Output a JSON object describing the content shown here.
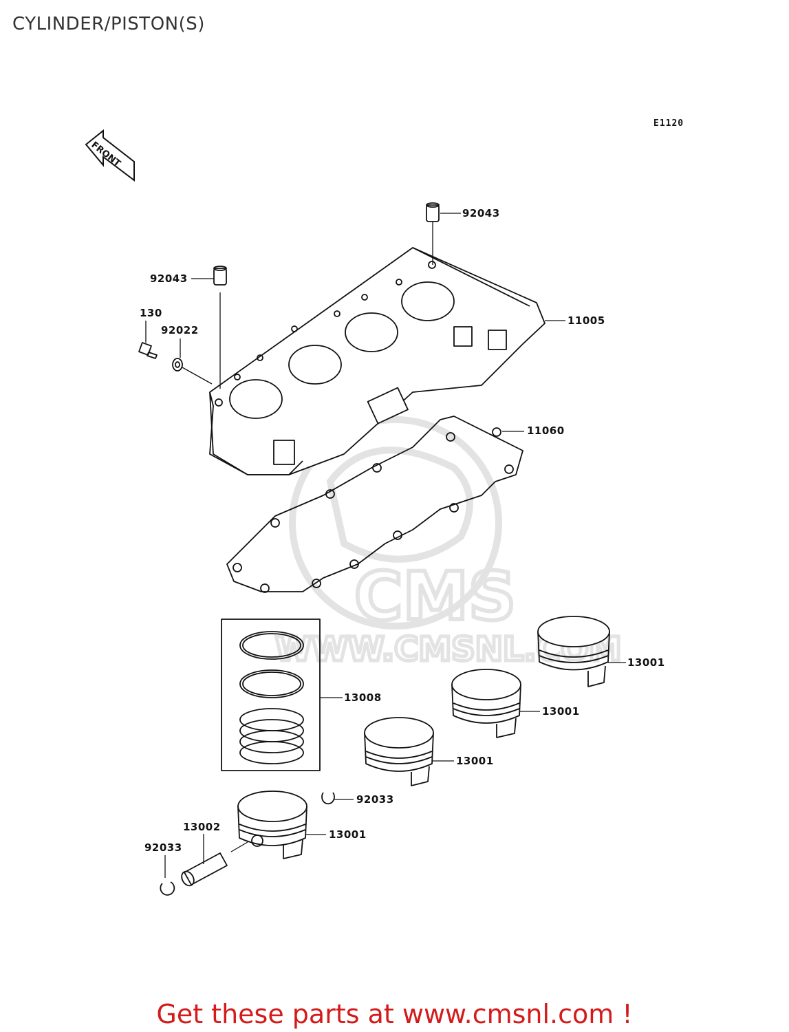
{
  "title": "CYLINDER/PISTON(S)",
  "diagram_code": "E1120",
  "front_marker": "FRONT",
  "watermark": {
    "logo": "CMS",
    "url": "WWW.CMSNL.COM"
  },
  "parts": [
    {
      "number": "92043"
    },
    {
      "number": "92043"
    },
    {
      "number": "130"
    },
    {
      "number": "92022"
    },
    {
      "number": "11005"
    },
    {
      "number": "11060"
    },
    {
      "number": "13008"
    },
    {
      "number": "13001"
    },
    {
      "number": "13001"
    },
    {
      "number": "13001"
    },
    {
      "number": "13001"
    },
    {
      "number": "92033"
    },
    {
      "number": "13002"
    },
    {
      "number": "92033"
    }
  ],
  "footer": "Get these parts at www.cmsnl.com !",
  "colors": {
    "line": "#111111",
    "footer": "#d41a1a",
    "watermark": "#e6e6e6"
  }
}
